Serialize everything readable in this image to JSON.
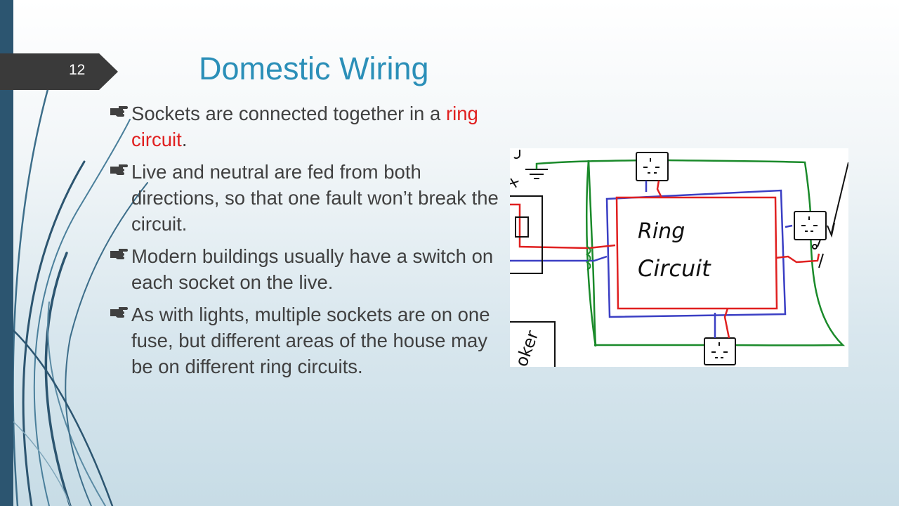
{
  "slide": {
    "number": "12",
    "title": "Domestic Wiring"
  },
  "bullets": [
    {
      "pre": "Sockets are connected together in a ",
      "highlight": "ring circuit",
      "post": "."
    },
    {
      "pre": "Live and neutral are fed from both directions, so that one fault won’t break the circuit.",
      "highlight": "",
      "post": ""
    },
    {
      "pre": "Modern buildings usually have a switch on each socket on the live.",
      "highlight": "",
      "post": ""
    },
    {
      "pre": "As with lights, multiple sockets are on one fuse, but different areas of the house may be on different ring circuits.",
      "highlight": "",
      "post": ""
    }
  ],
  "diagram": {
    "label_line1": "Ring",
    "label_line2": "Circuit",
    "partial_label_left": "x",
    "partial_label_bottom": "oker"
  },
  "colors": {
    "title": "#2b8fb8",
    "highlight": "#e02020",
    "live_wire": "#e02020",
    "neutral_wire": "#3b3fc4",
    "earth_wire": "#1a8a2a",
    "sidebar": "#2c5570",
    "number_tab": "#3a3a3a"
  },
  "icons": {
    "bullet": "pointing-hand-icon"
  }
}
